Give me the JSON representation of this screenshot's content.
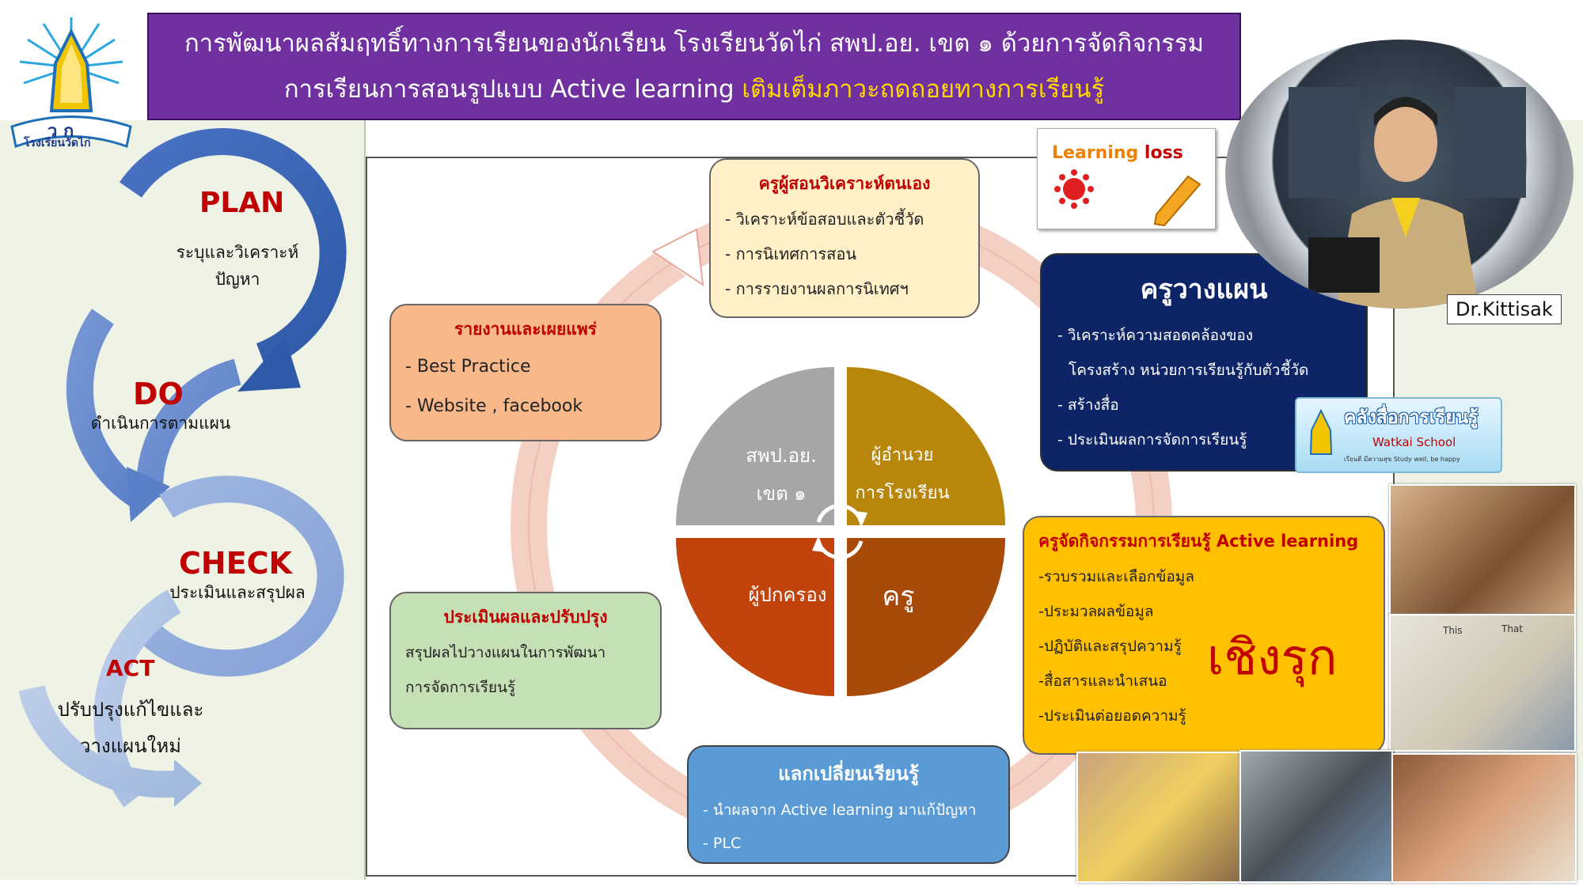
{
  "title": {
    "line1": "การพัฒนาผลสัมฤทธิ์ทางการเรียนของนักเรียน โรงเรียนวัดไก่ สพป.อย. เขต ๑  ด้วยการจัดกิจกรรม",
    "line2_main": "การเรียนการสอนรูปแบบ Active learning ",
    "line2_highlight": "เติมเต็มภาวะถดถอยทางการเรียนรู้"
  },
  "logo": {
    "letters": "ว ก",
    "school": "โรงเรียนวัดไก่"
  },
  "pdca": {
    "plan": {
      "label": "PLAN",
      "text1": "ระบุและวิเคราะห์",
      "text2": "ปัญหา"
    },
    "do": {
      "label": "DO",
      "text": "ดำเนินการตามแผน"
    },
    "check": {
      "label": "CHECK",
      "text": "ประเมินและสรุปผล"
    },
    "act": {
      "label": "ACT",
      "text1": "ปรับปรุงแก้ไขและ",
      "text2": "วางแผนใหม่"
    }
  },
  "boxes": {
    "self_analysis": {
      "title": "ครูผู้สอนวิเคราะห์ตนเอง",
      "items": [
        "- วิเคราะห์ข้อสอบและตัวชี้วัด",
        "- การนิเทศการสอน",
        "- การรายงานผลการนิเทศฯ"
      ]
    },
    "report": {
      "title": "รายงานและเผยแพร่",
      "items": [
        "- Best Practice",
        "- Website , facebook"
      ]
    },
    "planning": {
      "title": "ครูวางแผน",
      "items": [
        "- วิเคราะห์ความสอดคล้องของ",
        "โครงสร้าง หน่วยการเรียนรู้กับตัวชี้วัด",
        "- สร้างสื่อ",
        "- ประเมินผลการจัดการเรียนรู้"
      ]
    },
    "activity": {
      "title": "ครูจัดกิจกรรมการเรียนรู้  Active learning",
      "items": [
        "-รวบรวมและเลือกข้อมูล",
        "-ประมวลผลข้อมูล",
        "-ปฏิบัติและสรุปความรู้",
        "-สื่อสารและนำเสนอ",
        "-ประเมินต่อยอดความรู้"
      ],
      "big_word": "เชิงรุก"
    },
    "evaluate": {
      "title": "ประเมินผลและปรับปรุง",
      "items": [
        "สรุปผลไปวางแผนในการพัฒนา",
        "การจัดการเรียนรู้"
      ]
    },
    "exchange": {
      "title": "แลกเปลี่ยนเรียนรู้",
      "items": [
        "- นำผลจาก Active learning มาแก้ปัญหา",
        "- PLC"
      ]
    }
  },
  "quadrants": {
    "q1": {
      "line1": "สพป.อย.",
      "line2": "เขต ๑",
      "color": "#a6a6a6"
    },
    "q2": {
      "line1": "ผู้อำนวย",
      "line2": "การโรงเรียน",
      "color": "#b8860b"
    },
    "q3": {
      "line1": "ผู้ปกครอง",
      "color": "#c0440c"
    },
    "q4": {
      "line1": "ครู",
      "color": "#a84a0a"
    }
  },
  "learning_loss": {
    "label1": "Learning",
    "label2": "loss"
  },
  "portrait_caption": "Dr.Kittisak",
  "media_badge": {
    "title": "คลังสื่อการเรียนรู้",
    "school": "Watkai School",
    "tagline": "เรียนดี มีความสุข Study well, be happy"
  },
  "photo_labels": {
    "this": "This",
    "that": "That"
  },
  "colors": {
    "banner": "#7030a0",
    "highlight": "#ffd800",
    "pdca_red": "#c00000",
    "ring": "#f4cfc3"
  }
}
